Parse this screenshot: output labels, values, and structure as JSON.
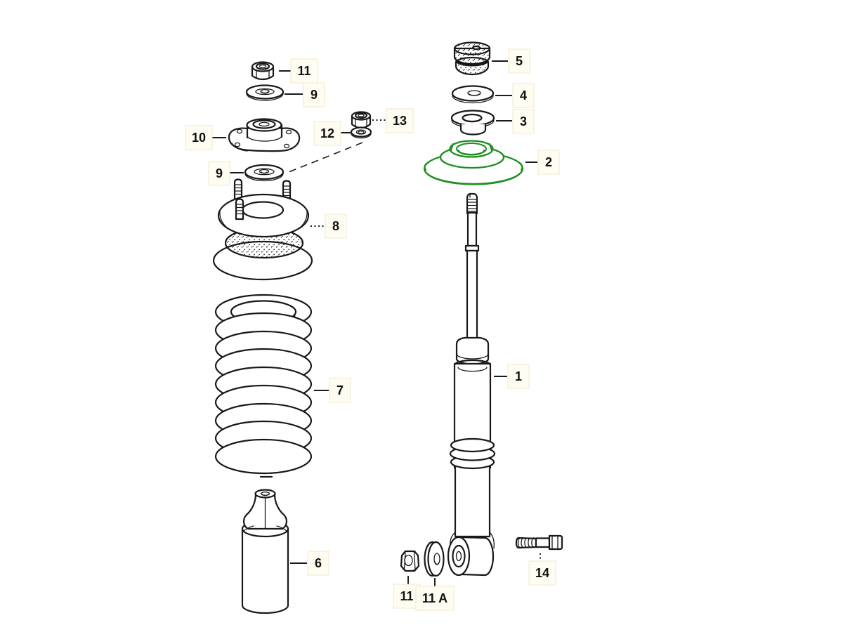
{
  "diagram": {
    "background": "#ffffff",
    "line_color": "#191919",
    "highlight_color": "#1f8f1f",
    "label_box_fill": "#fffdf2",
    "label_box_border": "#f1e8cb",
    "labels": {
      "p1": "1",
      "p2": "2",
      "p3": "3",
      "p4": "4",
      "p5": "5",
      "p6": "6",
      "p7": "7",
      "p8": "8",
      "p9_top": "9",
      "p9_mid": "9",
      "p10": "10",
      "p11_top": "11",
      "p11_bottom": "11",
      "p11a": "11 A",
      "p12": "12",
      "p13": "13",
      "p14": "14"
    }
  }
}
